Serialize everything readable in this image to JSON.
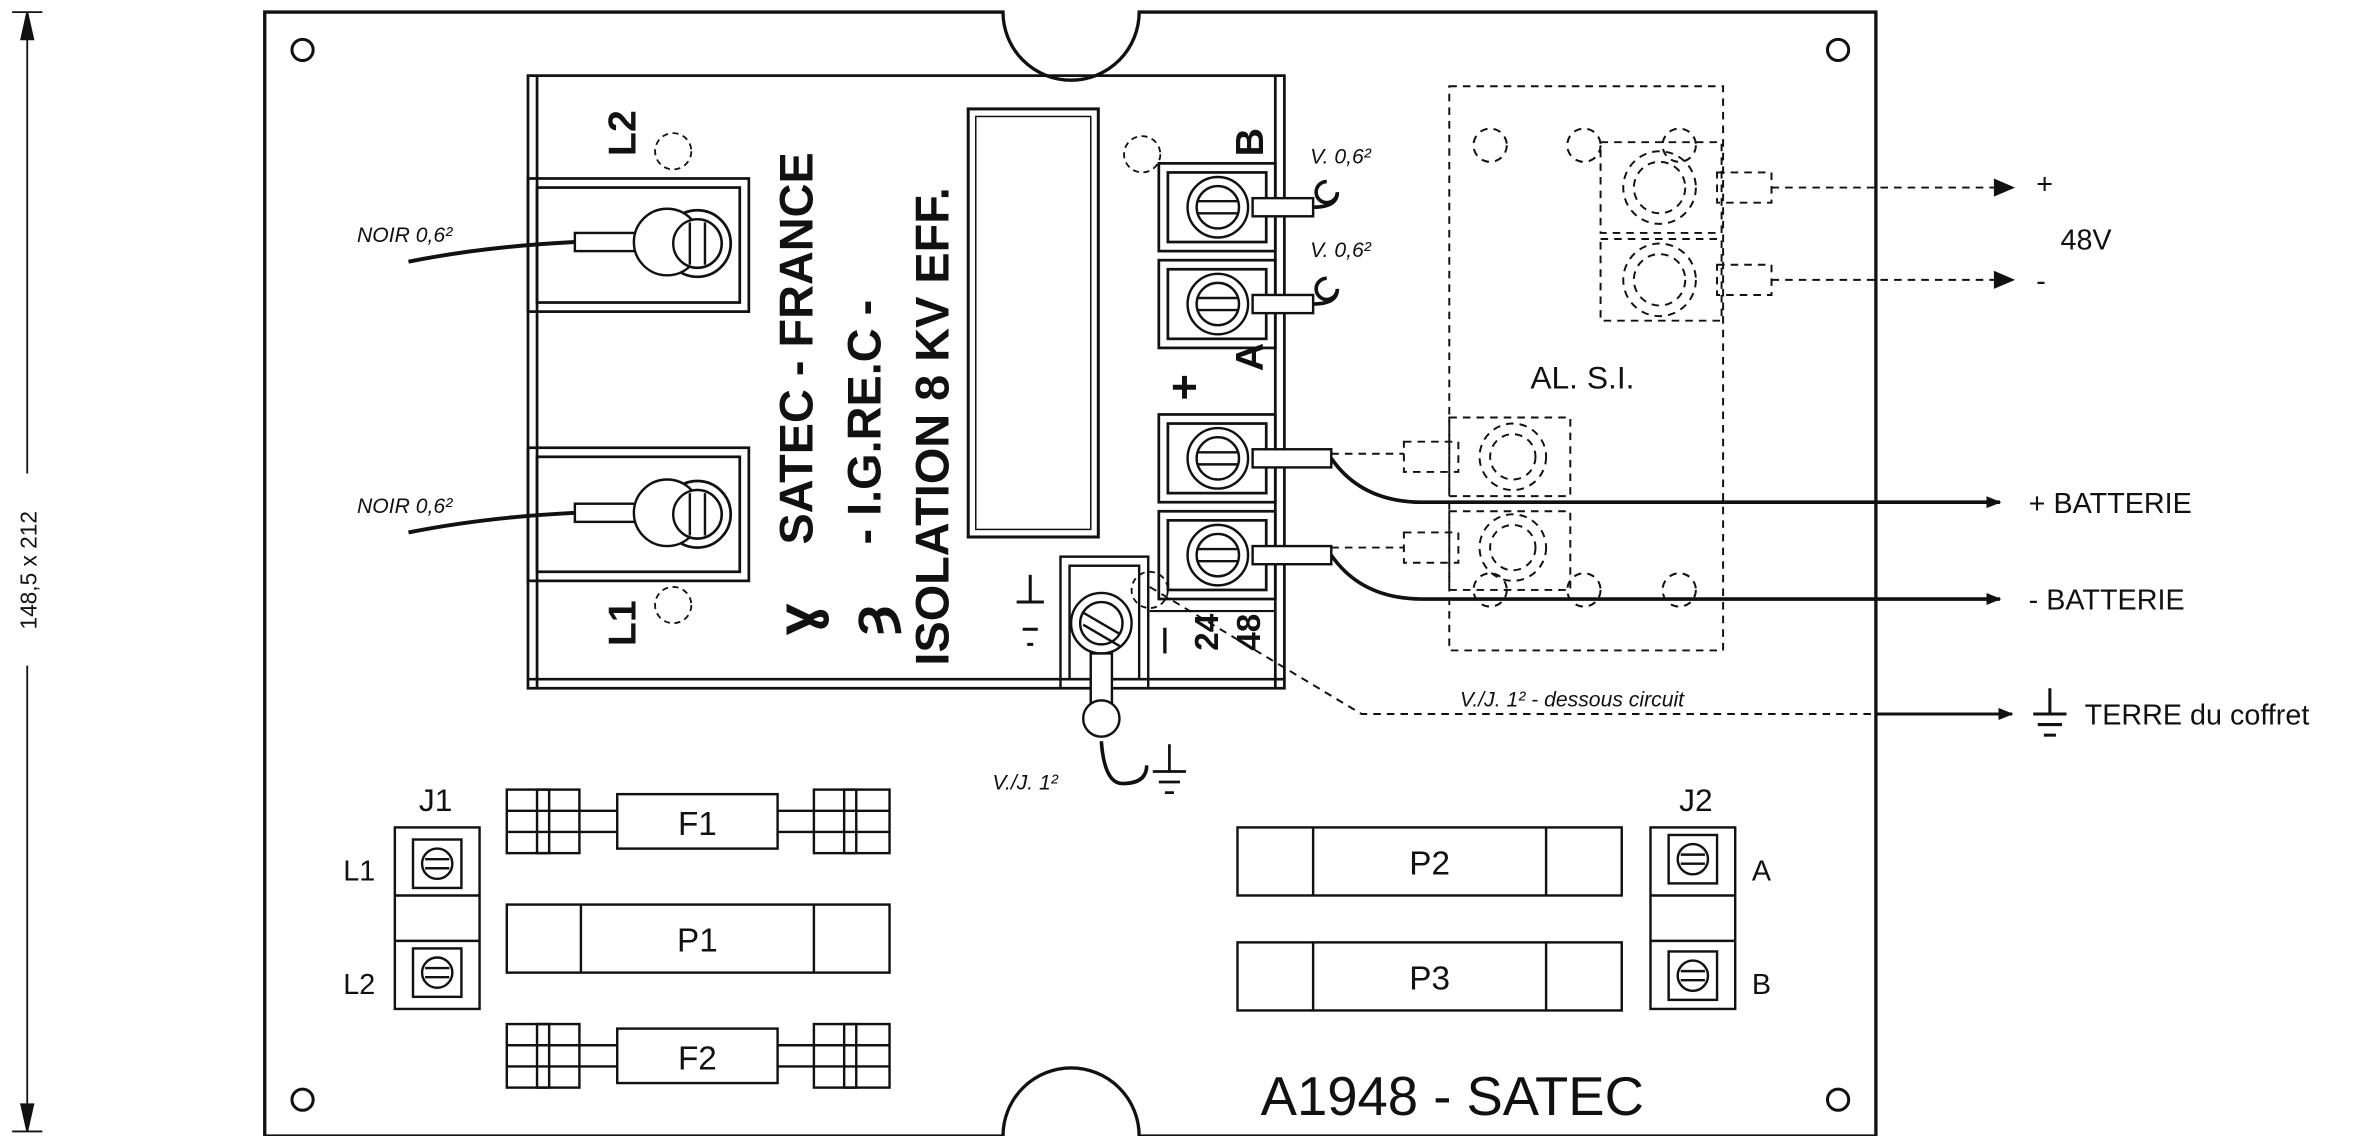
{
  "dimension": {
    "height_label": "148,5 x 212"
  },
  "board": {
    "title": "A1948 - SATEC",
    "module_text": {
      "line1": "SATEC - FRANCE",
      "line2": "- I.G.RE.C -",
      "line3": "ISOLATION 8 KV EFF."
    },
    "terminal_labels": {
      "l1": "L1",
      "l2": "L2",
      "a": "A",
      "b": "B",
      "plus": "+",
      "v24": "24",
      "v48": "48"
    },
    "jumpers": {
      "j1": "J1",
      "j2": "J2",
      "j1_pins": [
        "L1",
        "L2"
      ],
      "j2_pins": [
        "A",
        "B"
      ]
    },
    "fuses": [
      "F1",
      "P1",
      "F2",
      "P2",
      "P3"
    ]
  },
  "wires": {
    "noir_top": "NOIR 0,6²",
    "noir_bottom": "NOIR 0,6²",
    "v_b": "V. 0,6²",
    "v_a": "V. 0,6²",
    "vj_ground": "V./J. 1²",
    "vj_under": "V./J. 1² - dessous circuit"
  },
  "alsi": {
    "label": "AL. S.I."
  },
  "outputs": {
    "plus": "+",
    "minus": "-",
    "voltage": "48V",
    "bat_plus": "+ BATTERIE",
    "bat_minus": "- BATTERIE",
    "terre": "TERRE du coffret"
  }
}
